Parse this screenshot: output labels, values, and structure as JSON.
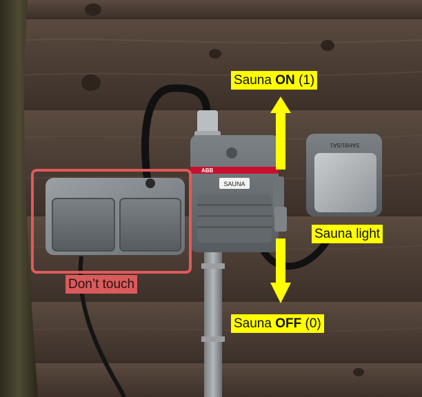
{
  "annotations": {
    "sauna_on": {
      "prefix": "Sauna ",
      "bold": "ON",
      "suffix": " (1)"
    },
    "sauna_off": {
      "prefix": "Sauna ",
      "bold": "OFF",
      "suffix": " (0)"
    },
    "sauna_light": "Sauna light",
    "dont_touch": "Don’t touch"
  },
  "device_labels": {
    "switch_tag": "SAUNA",
    "brand": "ABB",
    "light_switch_code": "SAH91/SA1"
  },
  "colors": {
    "label_yellow": "#ffff00",
    "warning_red": "#e05a5a",
    "arrow_yellow": "#ffff00"
  }
}
